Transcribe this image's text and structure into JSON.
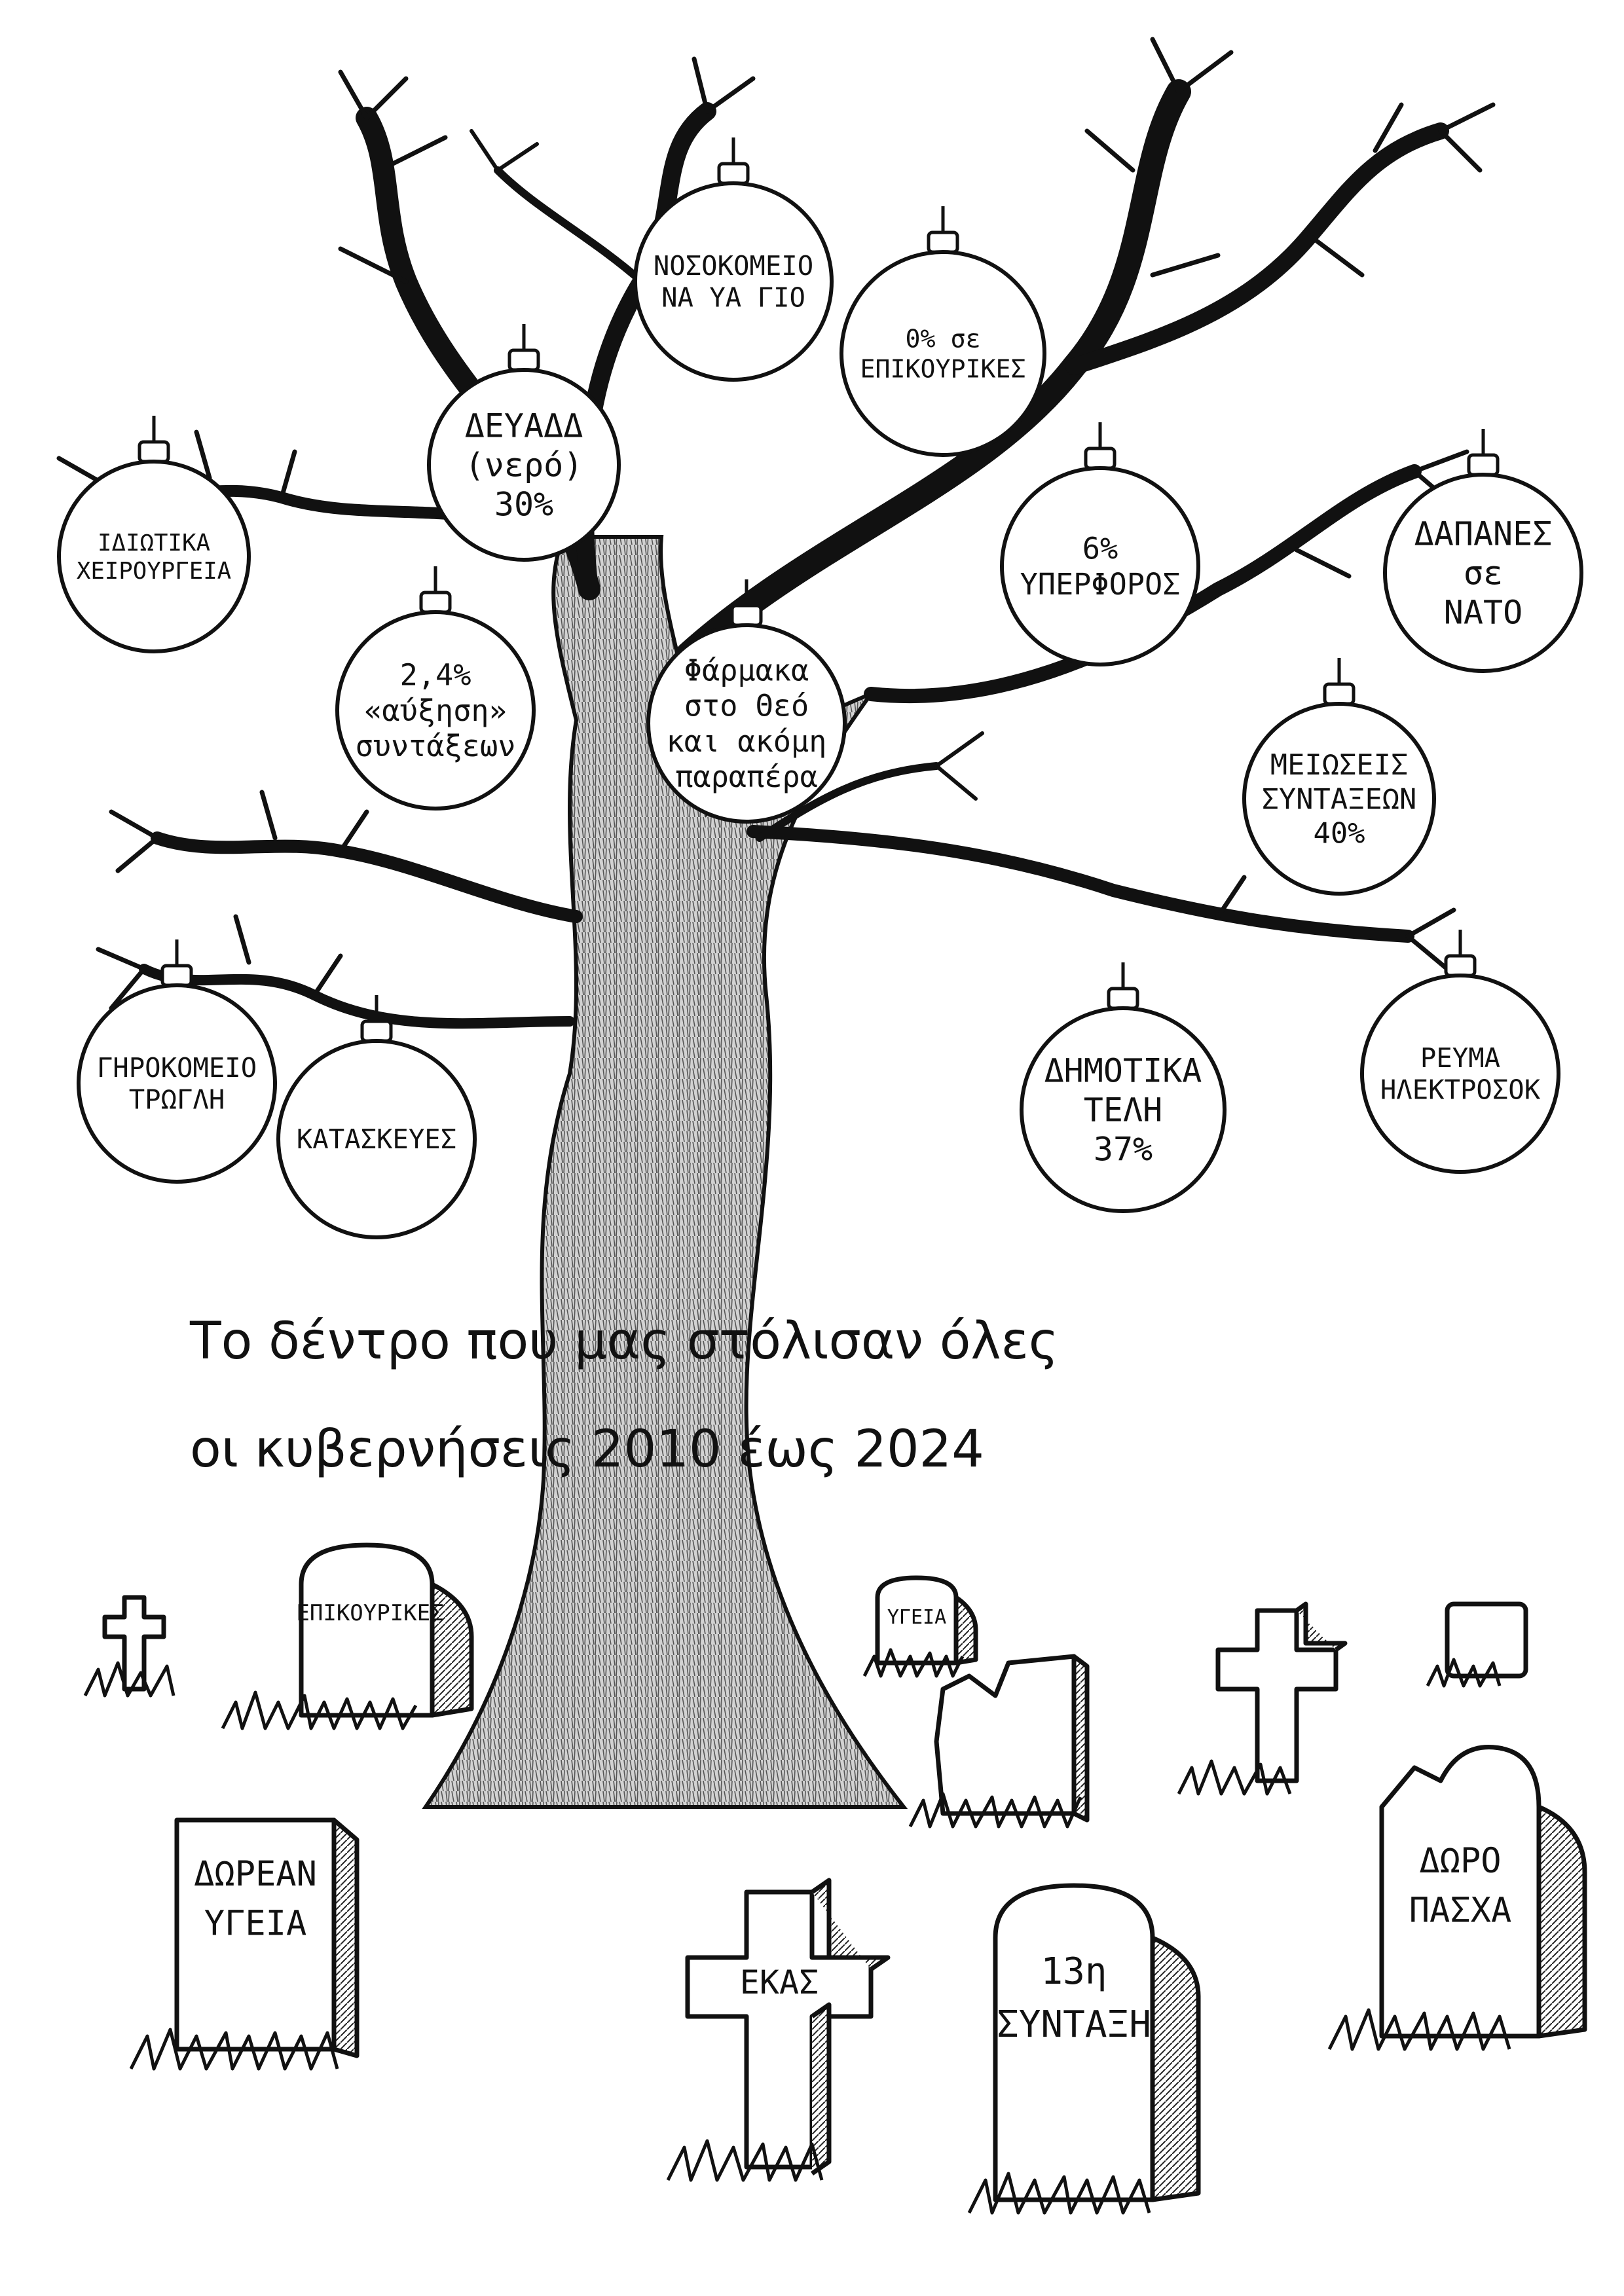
{
  "ornaments": [
    {
      "id": "nosokomeio",
      "lines": [
        "ΝΟΣΟΚΟΜΕΙΟ",
        "ΝΑ ΥΑ ΓΙΟ"
      ]
    },
    {
      "id": "epikourikes-0",
      "lines": [
        "0% σε",
        "ΕΠΙΚΟΥΡΙΚΕΣ"
      ]
    },
    {
      "id": "deyadd",
      "lines": [
        "ΔΕΥΑΔΔ",
        "(νερό)",
        "30%"
      ]
    },
    {
      "id": "idiotika",
      "lines": [
        "ΙΔΙΩΤΙΚΑ",
        "ΧΕΙΡΟΥΡΓΕΙΑ"
      ]
    },
    {
      "id": "yperforos",
      "lines": [
        "6%",
        "ΥΠΕΡΦΟΡΟΣ"
      ]
    },
    {
      "id": "dapanes",
      "lines": [
        "ΔΑΠΑΝΕΣ",
        "σε",
        "ΝΑΤΟ"
      ]
    },
    {
      "id": "ayxisi",
      "lines": [
        "2,4%",
        "«αύξηση»",
        "συντάξεων"
      ]
    },
    {
      "id": "farmaka",
      "lines": [
        "Φάρμακα",
        "στο Θεό",
        "και ακόμη",
        "παραπέρα"
      ]
    },
    {
      "id": "meioseis",
      "lines": [
        "ΜΕΙΩΣΕΙΣ",
        "ΣΥΝΤΑΞΕΩΝ",
        "40%"
      ]
    },
    {
      "id": "girokomeio",
      "lines": [
        "ΓΗΡΟΚΟΜΕΙΟ",
        "ΤΡΩΓΛΗ"
      ]
    },
    {
      "id": "kataskeves",
      "lines": [
        "ΚΑΤΑΣΚΕΥΕΣ"
      ]
    },
    {
      "id": "dimotika",
      "lines": [
        "ΔΗΜΟΤΙΚΑ",
        "ΤΕΛΗ",
        "37%"
      ]
    },
    {
      "id": "reyma",
      "lines": [
        "ΡΕΥΜΑ",
        "ΗΛΕΚΤΡΟΣΟΚ"
      ]
    }
  ],
  "title": {
    "line1": "Το δέντρο που μας στόλισαν όλες",
    "line2": "οι κυβερνήσεις 2010 έως 2024"
  },
  "graves": [
    {
      "id": "epikourikes",
      "lines": [
        "ΕΠΙΚΟΥΡΙΚΕΣ"
      ]
    },
    {
      "id": "ygeia-small",
      "lines": [
        "ΥΓΕΙΑ"
      ]
    },
    {
      "id": "dorean-ygeia",
      "lines": [
        "ΔΩΡΕΑΝ",
        "ΥΓΕΙΑ"
      ]
    },
    {
      "id": "ekas",
      "lines": [
        "ΕΚΑΣ"
      ]
    },
    {
      "id": "13i-syntaxi",
      "lines": [
        "13η",
        "ΣΥΝΤΑΞΗ"
      ]
    },
    {
      "id": "doro-pasxa",
      "lines": [
        "ΔΩΡΟ",
        "ΠΑΣΧΑ"
      ]
    }
  ],
  "colors": {
    "ink": "#111111",
    "paper": "#ffffff",
    "trunk_shade": "#8a8a8a"
  }
}
